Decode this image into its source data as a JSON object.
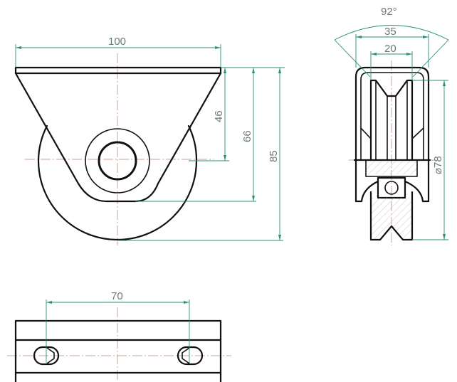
{
  "drawing": {
    "title": "Fixed caster wheel - technical drawing",
    "colors": {
      "outline": "#111111",
      "centerline": "#c9a594",
      "dimension": "#2a8f7a",
      "dimension_text": "#6a7a74",
      "background": "#ffffff"
    },
    "front_view": {
      "dimensions": {
        "width_top_plate": "100",
        "height_to_axle": "46",
        "height_to_bracket_bottom": "66",
        "overall_height": "85"
      }
    },
    "side_view": {
      "dimensions": {
        "groove_angle": "92°",
        "bracket_width": "35",
        "wheel_width": "20",
        "wheel_diameter": "⌀78"
      }
    },
    "top_view": {
      "dimensions": {
        "hole_spacing": "70"
      }
    }
  }
}
